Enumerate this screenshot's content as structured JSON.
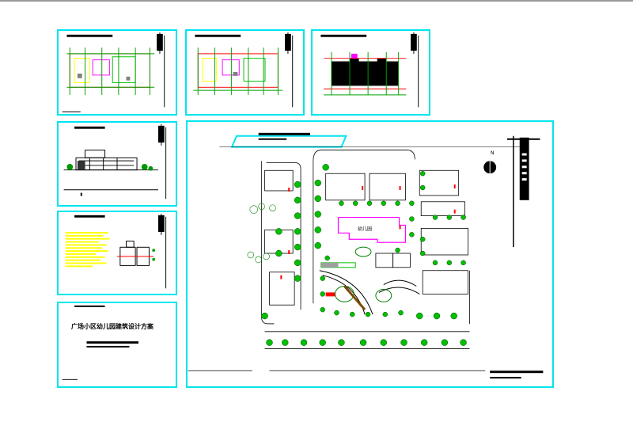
{
  "sheets": {
    "cover_title": "广场小区幼儿园建筑设计方案",
    "site_labels": {
      "kindergarten": "幼儿园",
      "north": "N"
    }
  }
}
